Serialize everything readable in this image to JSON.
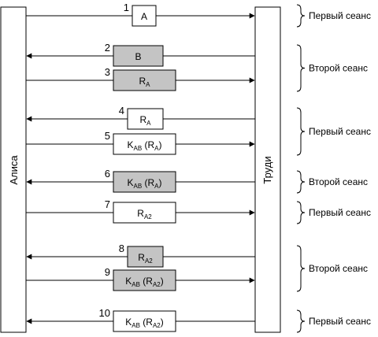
{
  "actors": {
    "left": "Алиса",
    "right": "Труди"
  },
  "messages": [
    {
      "n": "1",
      "dir": "right",
      "shaded": false,
      "parts": [
        [
          "A",
          ""
        ]
      ]
    },
    {
      "n": "2",
      "dir": "left",
      "shaded": true,
      "parts": [
        [
          "B",
          ""
        ]
      ]
    },
    {
      "n": "3",
      "dir": "right",
      "shaded": true,
      "parts": [
        [
          "R",
          ""
        ],
        [
          "A",
          "sub"
        ]
      ]
    },
    {
      "n": "4",
      "dir": "left",
      "shaded": false,
      "parts": [
        [
          "R",
          ""
        ],
        [
          "A",
          "sub"
        ]
      ]
    },
    {
      "n": "5",
      "dir": "right",
      "shaded": false,
      "parts": [
        [
          "K",
          ""
        ],
        [
          "AB",
          "sub"
        ],
        [
          " (R",
          ""
        ],
        [
          "A",
          "sub"
        ],
        [
          ")",
          ""
        ]
      ]
    },
    {
      "n": "6",
      "dir": "left",
      "shaded": true,
      "parts": [
        [
          "K",
          ""
        ],
        [
          "AB",
          "sub"
        ],
        [
          " (R",
          ""
        ],
        [
          "A",
          "sub"
        ],
        [
          ")",
          ""
        ]
      ]
    },
    {
      "n": "7",
      "dir": "right",
      "shaded": false,
      "parts": [
        [
          "R",
          ""
        ],
        [
          "A2",
          "sub"
        ]
      ]
    },
    {
      "n": "8",
      "dir": "left",
      "shaded": true,
      "parts": [
        [
          "R",
          ""
        ],
        [
          "A2",
          "sub"
        ]
      ]
    },
    {
      "n": "9",
      "dir": "right",
      "shaded": true,
      "parts": [
        [
          "K",
          ""
        ],
        [
          "AB",
          "sub"
        ],
        [
          " (R",
          ""
        ],
        [
          "A2",
          "sub"
        ],
        [
          ")",
          ""
        ]
      ]
    },
    {
      "n": "10",
      "dir": "left",
      "shaded": false,
      "parts": [
        [
          "K",
          ""
        ],
        [
          "AB",
          "sub"
        ],
        [
          " (R",
          ""
        ],
        [
          "A2",
          "sub"
        ],
        [
          ")",
          ""
        ]
      ]
    }
  ],
  "sessions": [
    {
      "label": "Первый сеанс",
      "from": 0,
      "to": 0
    },
    {
      "label": "Второй сеанс",
      "from": 1,
      "to": 2
    },
    {
      "label": "Первый сеанс",
      "from": 3,
      "to": 4
    },
    {
      "label": "Второй сеанс",
      "from": 5,
      "to": 5
    },
    {
      "label": "Первый сеанс",
      "from": 6,
      "to": 6
    },
    {
      "label": "Второй сеанс",
      "from": 7,
      "to": 8
    },
    {
      "label": "Первый сеанс",
      "from": 9,
      "to": 9
    }
  ],
  "colors": {
    "shaded": "#c4c4c4",
    "plain": "#ffffff",
    "line": "#000000"
  }
}
